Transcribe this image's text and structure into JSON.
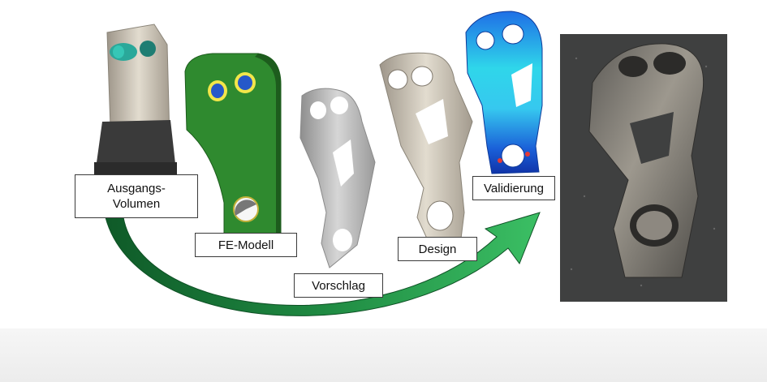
{
  "steps": [
    {
      "id": "ausgangsvolumen",
      "lines": [
        "Ausgangs-",
        "Volumen"
      ]
    },
    {
      "id": "fe-modell",
      "lines": [
        "FE-Modell"
      ]
    },
    {
      "id": "vorschlag",
      "lines": [
        "Vorschlag"
      ]
    },
    {
      "id": "design",
      "lines": [
        "Design"
      ]
    },
    {
      "id": "validierung",
      "lines": [
        "Validierung"
      ]
    }
  ],
  "colors": {
    "arrow_dark": "#1f7a3a",
    "arrow_light": "#34b15c",
    "fe_green": "#2a7d2a",
    "grey_part": "#bdbdbd",
    "design_part": "#cfc7b8",
    "fea_blue": "#1565e0",
    "fea_cyan": "#29d0e8",
    "photo_bg": "#3f4040"
  }
}
